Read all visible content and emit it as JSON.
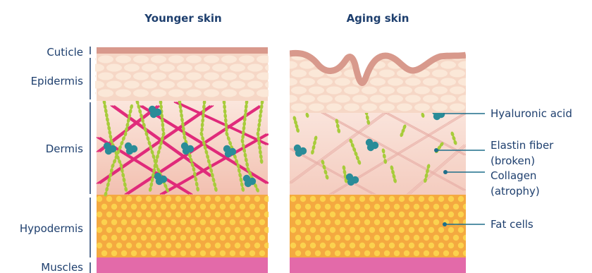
{
  "panels": {
    "young_title": "Younger skin",
    "aging_title": "Aging skin"
  },
  "layers": {
    "cuticle": "Cuticle",
    "epidermis": "Epidermis",
    "dermis": "Dermis",
    "hypodermis": "Hypodermis",
    "muscles": "Muscles"
  },
  "callouts": {
    "hyaluronic": "Hyaluronic acid",
    "elastin_1": "Elastin fiber",
    "elastin_2": "(broken)",
    "collagen_1": "Collagen",
    "collagen_2": "(atrophy)",
    "fat": "Fat cells"
  },
  "colors": {
    "text": "#1e3f6e",
    "callout_line": "#1e6f8a",
    "cuticle": "#d99a8e",
    "epidermis_bg": "#f6d9c8",
    "epidermis_cell": "#fbe8d8",
    "dermis_top": "#fbe3da",
    "dermis_bottom": "#f3c4b6",
    "collagen_young": "#e0297a",
    "collagen_aging": "#e8b0a8",
    "elastin": "#a7cc3a",
    "hyaluronic": "#2a8c98",
    "fat_bg": "#f4a940",
    "fat_cell": "#fbd24e",
    "muscle": "#e068a8"
  }
}
